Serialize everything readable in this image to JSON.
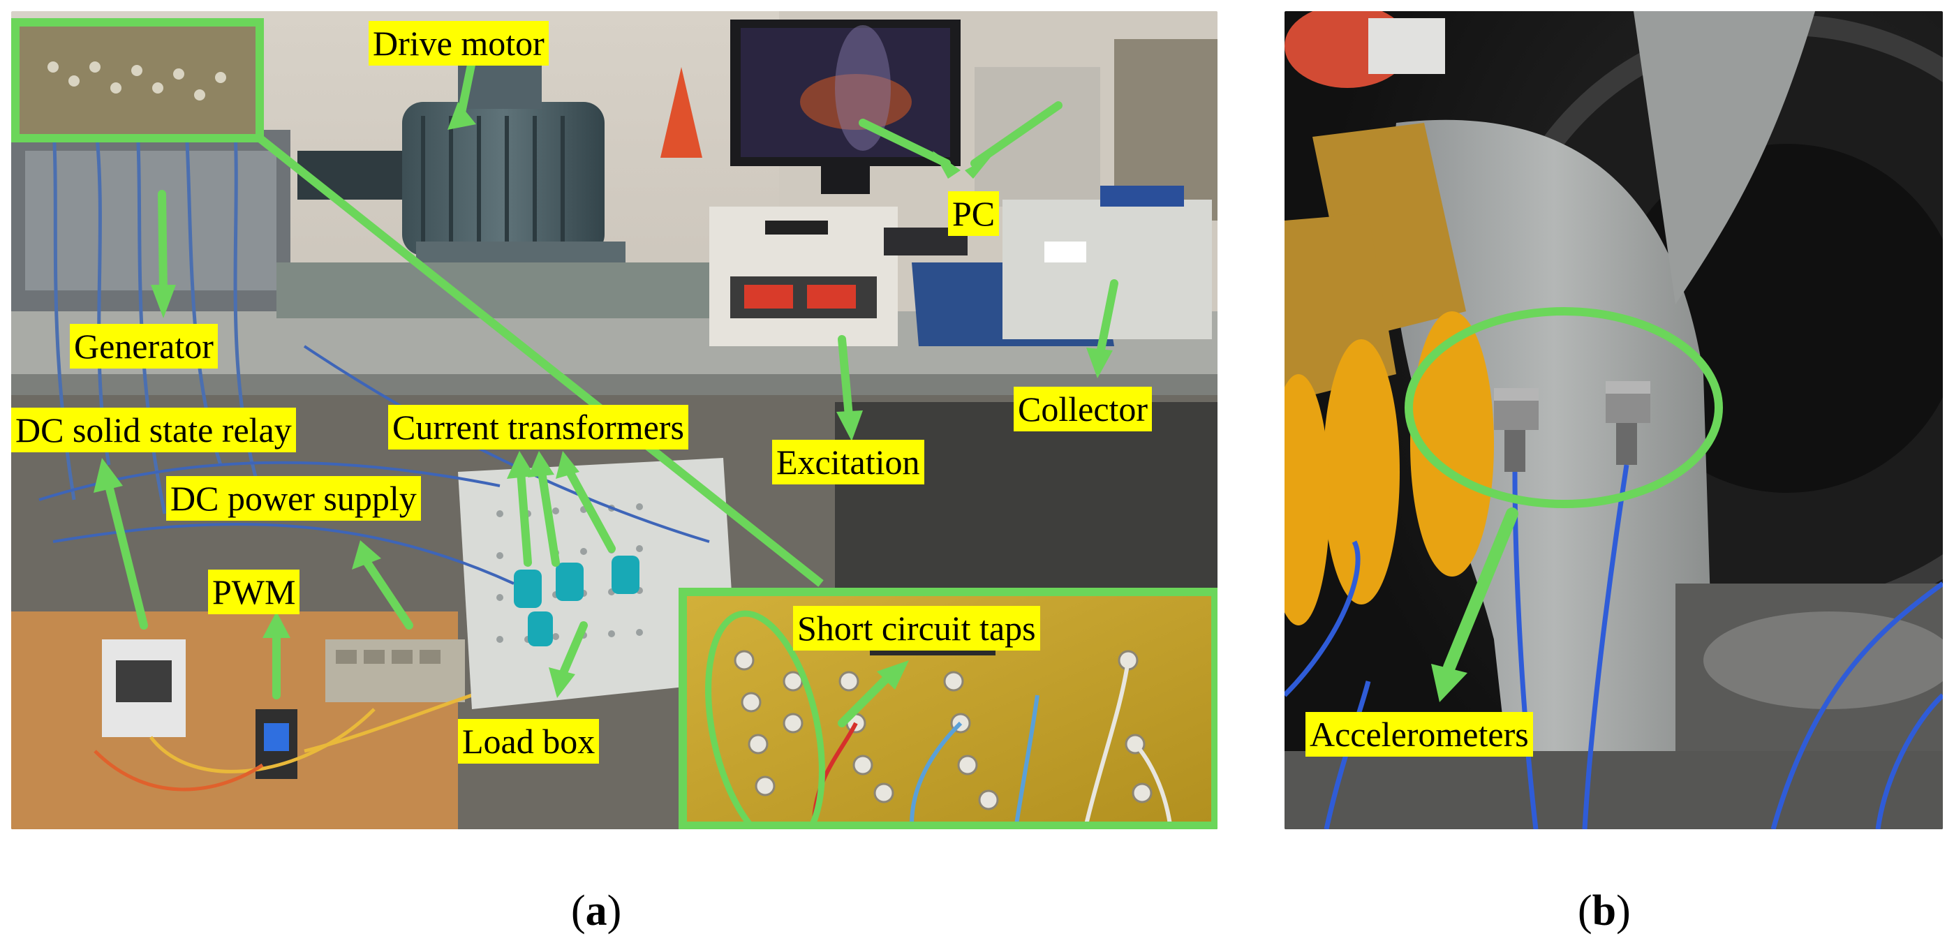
{
  "panel_a": {
    "labels": {
      "drive_motor": "Drive motor",
      "pc": "PC",
      "generator": "Generator",
      "collector": "Collector",
      "dc_solid_state_relay": "DC solid state relay",
      "current_transformers": "Current transformers",
      "excitation": "Excitation",
      "dc_power_supply": "DC power supply",
      "pwm": "PWM",
      "short_circuit_taps": "Short circuit taps",
      "load_box": "Load box"
    },
    "caption_letter": "a"
  },
  "panel_b": {
    "labels": {
      "accelerometers": "Accelerometers"
    },
    "caption_letter": "b"
  },
  "colors": {
    "label_background": "#ffff00",
    "arrow_green": "#6bd65a",
    "box_green": "#6bd65a"
  }
}
